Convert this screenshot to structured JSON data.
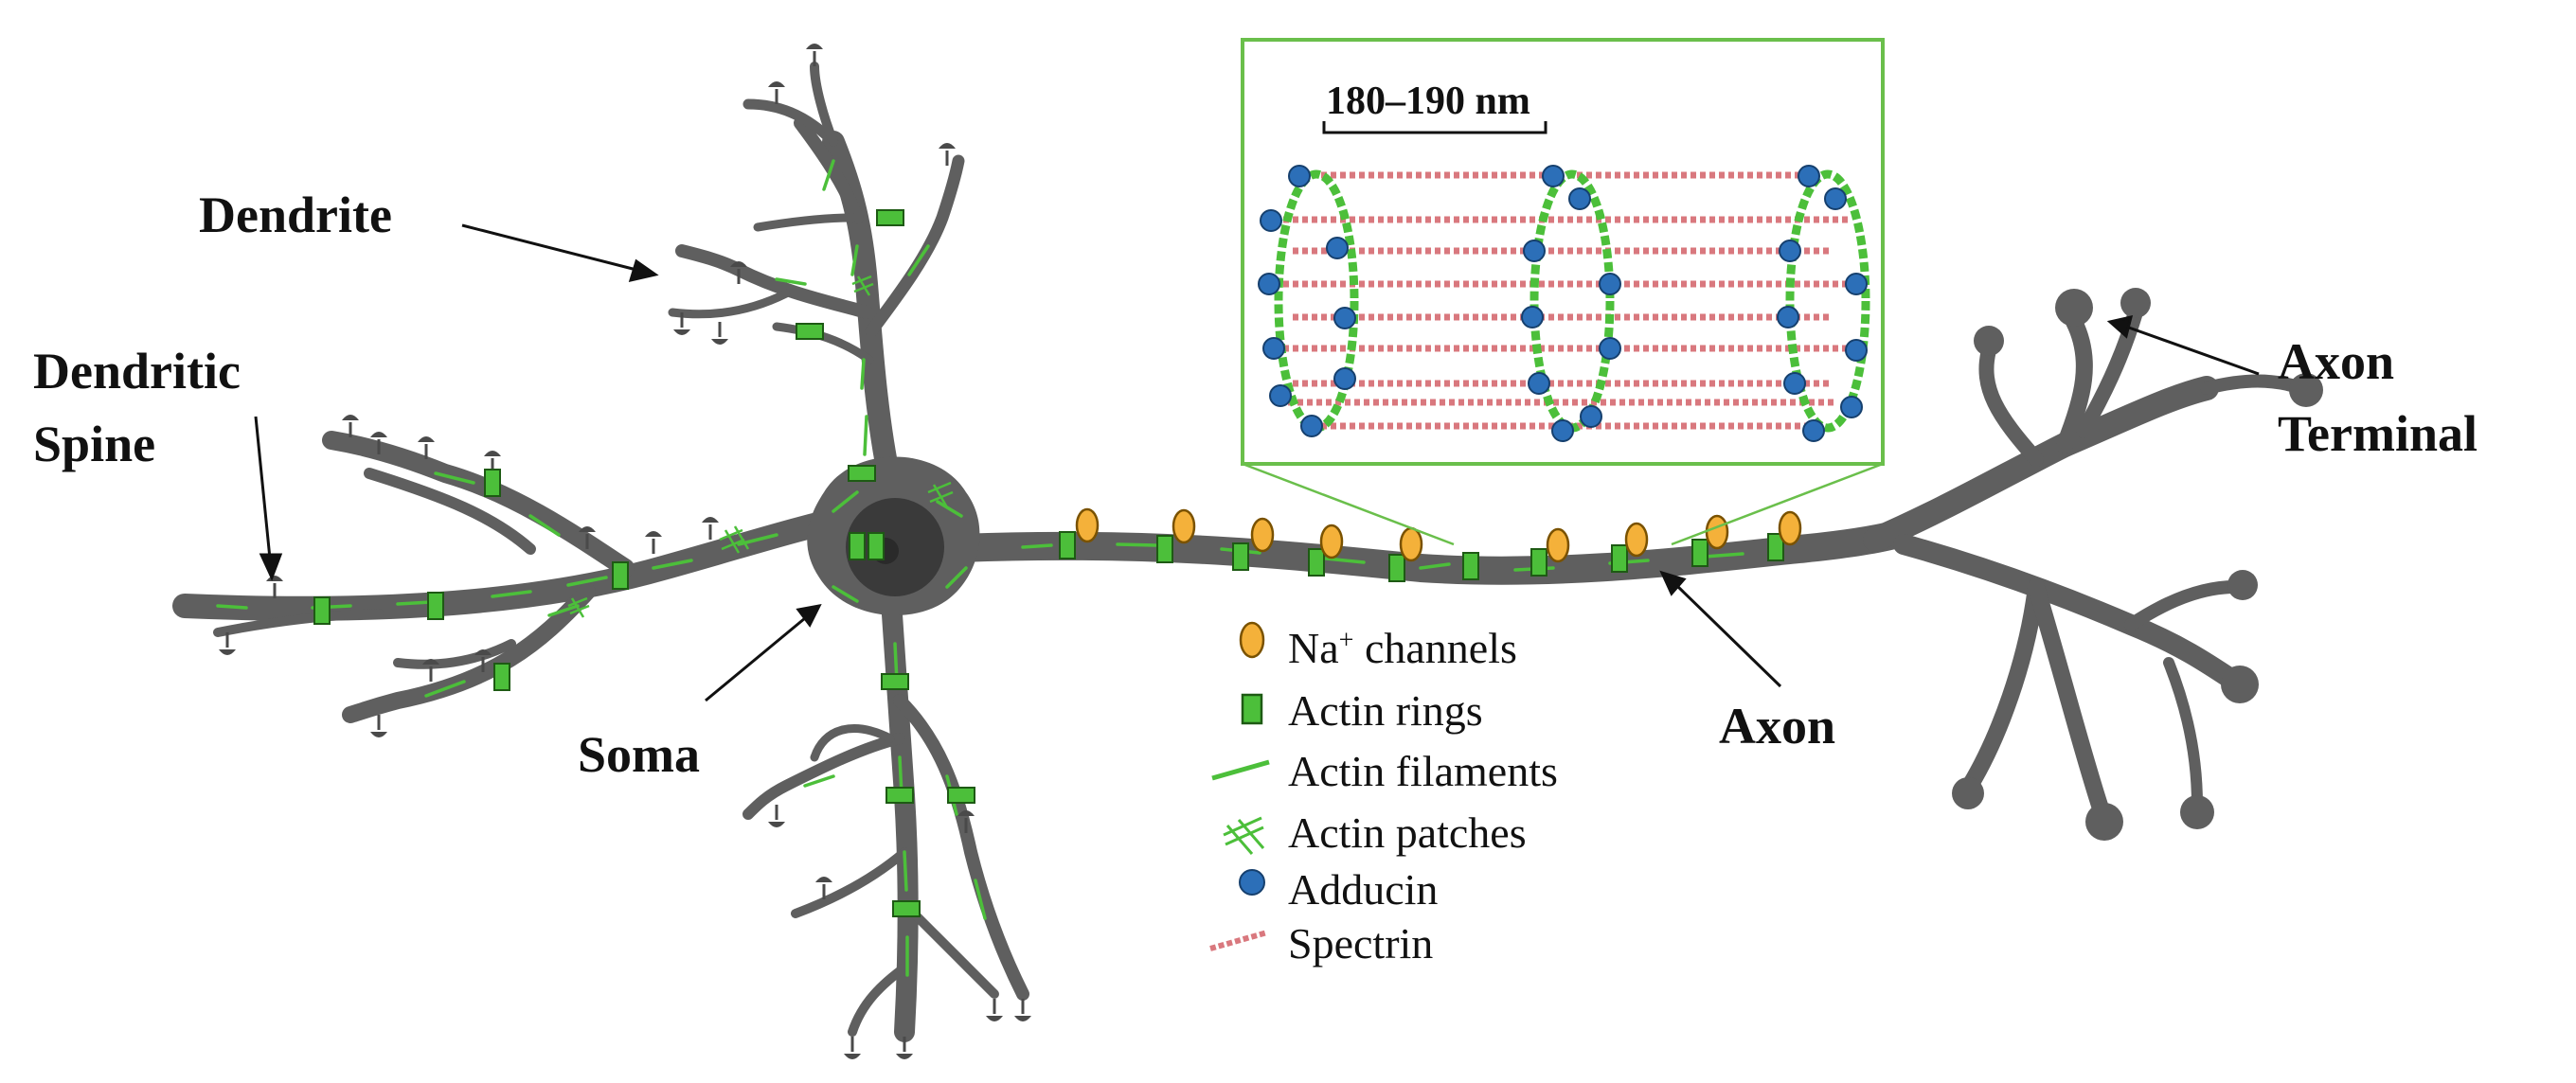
{
  "labels": {
    "dendrite": "Dendrite",
    "dendritic_spine_line1": "Dendritic",
    "dendritic_spine_line2": "Spine",
    "soma": "Soma",
    "axon": "Axon",
    "axon_terminal_line1": "Axon",
    "axon_terminal_line2": "Terminal"
  },
  "inset": {
    "scale_label": "180–190 nm"
  },
  "legend": {
    "na_channels_prefix": "Na",
    "na_channels_sup": "+",
    "na_channels_suffix": " channels",
    "actin_rings": "Actin rings",
    "actin_filaments": "Actin filaments",
    "actin_patches": "Actin patches",
    "adducin": "Adducin",
    "spectrin": "Spectrin"
  },
  "colors": {
    "neuron_gray": "#5f5f5f",
    "actin_green": "#4cbf3a",
    "channel_orange": "#f4b13a",
    "adducin_blue": "#2c6fb8",
    "spectrin_red": "#d9787e",
    "inset_border": "#6abf4b"
  }
}
